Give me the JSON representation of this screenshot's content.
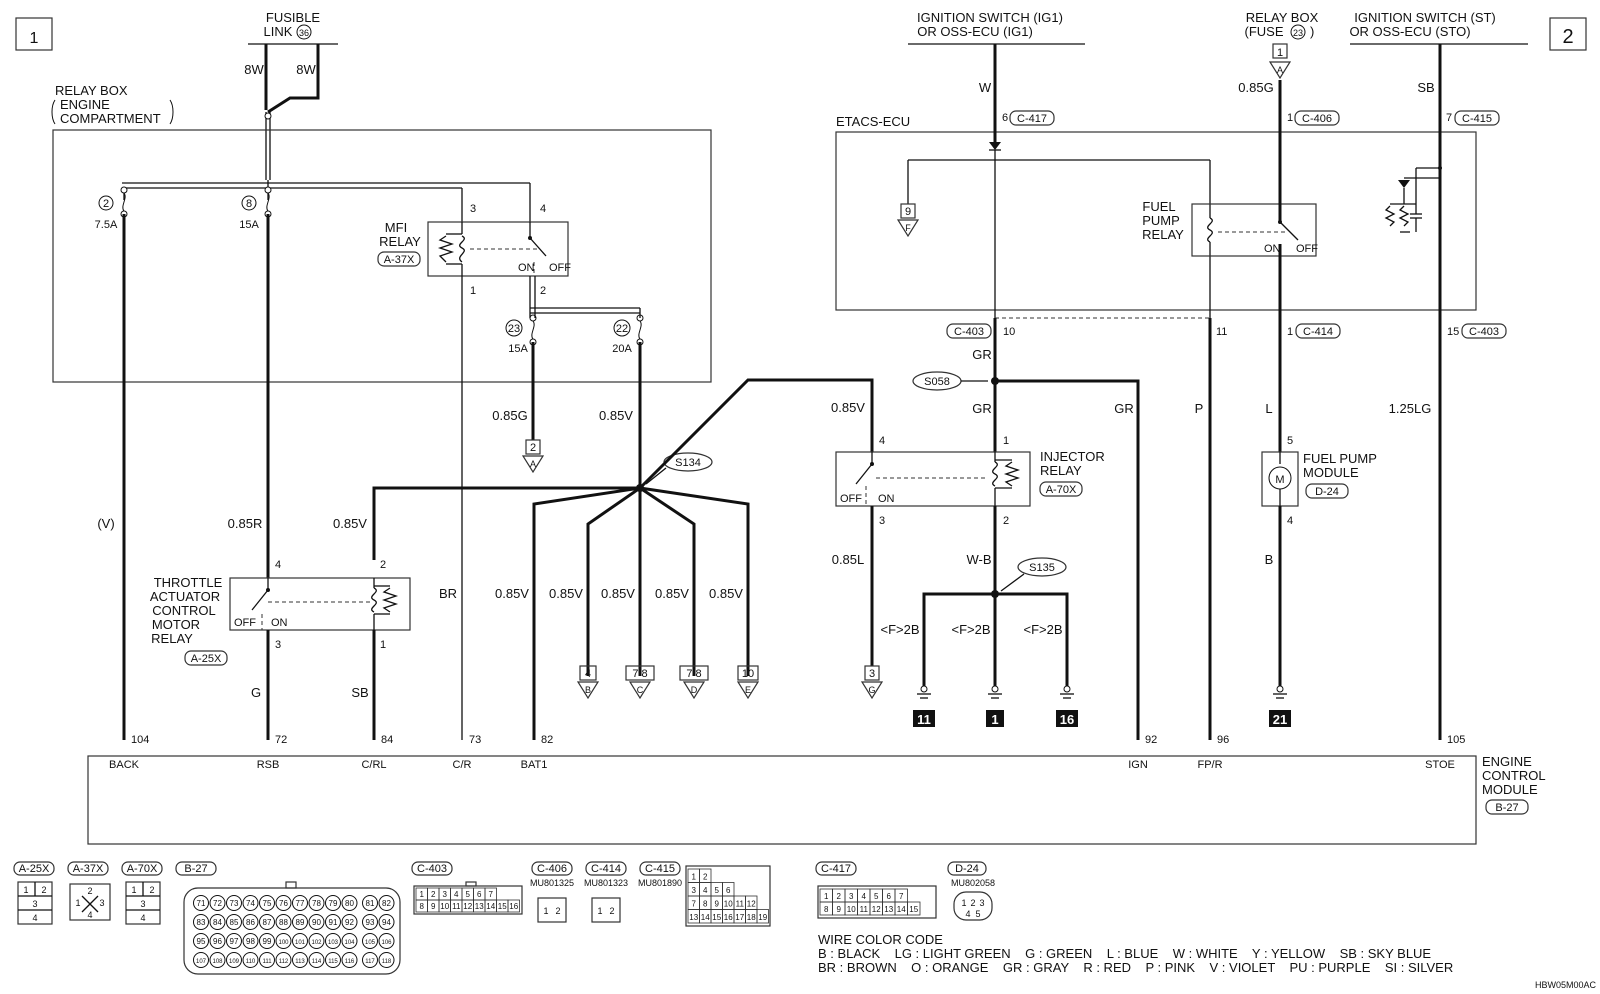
{
  "page": {
    "number_left": "1",
    "number_right": "2",
    "drawing_code": "HBW05M00AC"
  },
  "sources": {
    "fusible_link": {
      "line1": "FUSIBLE",
      "line2": "LINK",
      "num": "36",
      "wire_a": "8W",
      "wire_b": "8W"
    },
    "ig1": {
      "line1": "IGNITION SWITCH (IG1)",
      "line2": "OR OSS-ECU (IG1)",
      "wire": "W"
    },
    "relay_fuse": {
      "line1": "RELAY BOX",
      "line2": "(FUSE",
      "num": "23",
      "line2_end": ")",
      "conn": "1",
      "letter": "A",
      "wire": "0.85G"
    },
    "st": {
      "line1": "IGNITION SWITCH (ST)",
      "line2": "OR OSS-ECU (STO)",
      "wire": "SB"
    }
  },
  "relay_box": {
    "line1": "RELAY BOX",
    "line2": "ENGINE",
    "line3": "COMPARTMENT",
    "fuses": [
      {
        "num": "2",
        "rating": "7.5A"
      },
      {
        "num": "8",
        "rating": "15A"
      },
      {
        "num": "23",
        "rating": "15A"
      },
      {
        "num": "22",
        "rating": "20A"
      }
    ]
  },
  "mfi_relay": {
    "line1": "MFI",
    "line2": "RELAY",
    "conn": "A-37X",
    "p3": "3",
    "p4": "4",
    "p1": "1",
    "p2": "2",
    "on": "ON",
    "off": "OFF"
  },
  "throttle_relay": {
    "line1": "THROTTLE",
    "line2": "ACTUATOR",
    "line3": "CONTROL",
    "line4": "MOTOR",
    "line5": "RELAY",
    "conn": "A-25X",
    "p4": "4",
    "p2": "2",
    "p3": "3",
    "p1": "1",
    "on": "ON",
    "off": "OFF"
  },
  "injector_relay": {
    "line1": "INJECTOR",
    "line2": "RELAY",
    "conn": "A-70X",
    "p4": "4",
    "p1": "1",
    "p3": "3",
    "p2": "2",
    "on": "ON",
    "off": "OFF"
  },
  "etacs": {
    "label": "ETACS-ECU",
    "pin_ig1": "6",
    "conn_ig1": "C-417",
    "pin_fuse": "1",
    "conn_fuse": "C-406",
    "pin_st": "7",
    "conn_st": "C-415",
    "ref_num": "9",
    "ref_letter": "F",
    "fpr_line1": "FUEL",
    "fpr_line2": "PUMP",
    "fpr_line3": "RELAY",
    "on": "ON",
    "off": "OFF",
    "pin10_conn": "C-403",
    "pin10": "10",
    "pin11": "11",
    "pin1": "1",
    "pin1_conn": "C-414",
    "pin15": "15",
    "pin15_conn": "C-403"
  },
  "splices": {
    "s058": "S058",
    "s134": "S134",
    "s135": "S135"
  },
  "fuel_pump": {
    "line1": "FUEL PUMP",
    "line2": "MODULE",
    "conn": "D-24",
    "p5": "5",
    "p4": "4"
  },
  "wires": {
    "v": "(V)",
    "r085": "0.85R",
    "v085": "0.85V",
    "br": "BR",
    "g085": "0.85G",
    "g": "G",
    "sb": "SB",
    "l085": "0.85L",
    "wb": "W-B",
    "gr": "GR",
    "p": "P",
    "l": "L",
    "b": "B",
    "lg125": "1.25LG",
    "f2b": "<F>2B"
  },
  "refs": [
    {
      "num": "2",
      "letter": "A"
    },
    {
      "num": "4",
      "letter": "B"
    },
    {
      "num": "7 8",
      "letter": "C"
    },
    {
      "num": "7 8",
      "letter": "D"
    },
    {
      "num": "10",
      "letter": "E"
    },
    {
      "num": "3",
      "letter": "G"
    }
  ],
  "grounds": [
    "11",
    "1",
    "16",
    "21"
  ],
  "ecm": {
    "line1": "ENGINE",
    "line2": "CONTROL",
    "line3": "MODULE",
    "conn": "B-27",
    "pins": [
      {
        "num": "104",
        "name": "BACK"
      },
      {
        "num": "72",
        "name": "RSB"
      },
      {
        "num": "84",
        "name": "C/RL"
      },
      {
        "num": "73",
        "name": "C/R"
      },
      {
        "num": "82",
        "name": "BAT1"
      },
      {
        "num": "92",
        "name": "IGN"
      },
      {
        "num": "96",
        "name": "FP/R"
      },
      {
        "num": "105",
        "name": "STOE"
      }
    ]
  },
  "connectors": [
    {
      "id": "A-25X",
      "pins": [
        "1",
        "2",
        "3",
        "4"
      ]
    },
    {
      "id": "A-37X",
      "pins": [
        "1",
        "2",
        "3",
        "4"
      ]
    },
    {
      "id": "A-70X",
      "pins": [
        "1",
        "2",
        "3",
        "4"
      ]
    },
    {
      "id": "B-27",
      "rows": [
        [
          "71",
          "72",
          "73",
          "74",
          "75",
          "76",
          "77",
          "78",
          "79",
          "80",
          "81",
          "82"
        ],
        [
          "83",
          "84",
          "85",
          "86",
          "87",
          "88",
          "89",
          "90",
          "91",
          "92",
          "93",
          "94"
        ],
        [
          "95",
          "96",
          "97",
          "98",
          "99",
          "100",
          "101",
          "102",
          "103",
          "104",
          "105",
          "106"
        ],
        [
          "107",
          "108",
          "109",
          "110",
          "111",
          "112",
          "113",
          "114",
          "115",
          "116",
          "117",
          "118"
        ]
      ]
    },
    {
      "id": "C-403",
      "rows": [
        [
          "1",
          "2",
          "3",
          "4",
          "5",
          "6",
          "7"
        ],
        [
          "8",
          "9",
          "10",
          "11",
          "12",
          "13",
          "14",
          "15",
          "16"
        ]
      ]
    },
    {
      "id": "C-406",
      "part": "MU801325",
      "pins": [
        "1",
        "2"
      ]
    },
    {
      "id": "C-414",
      "part": "MU801323",
      "pins": [
        "1",
        "2"
      ]
    },
    {
      "id": "C-415",
      "part": "MU801890",
      "rows": [
        [
          "1",
          "2"
        ],
        [
          "3",
          "4",
          "5",
          "6"
        ],
        [
          "7",
          "8",
          "9",
          "10",
          "11",
          "12"
        ],
        [
          "13",
          "14",
          "15",
          "16",
          "17",
          "18",
          "19"
        ]
      ]
    },
    {
      "id": "C-417",
      "rows": [
        [
          "1",
          "2",
          "3",
          "4",
          "5",
          "6",
          "7"
        ],
        [
          "8",
          "9",
          "10",
          "11",
          "12",
          "13",
          "14",
          "15"
        ]
      ]
    },
    {
      "id": "D-24",
      "part": "MU802058",
      "pins": [
        "1",
        "2",
        "3",
        "4",
        "5"
      ]
    }
  ],
  "color_code": {
    "title": "WIRE COLOR CODE",
    "line1": "B : BLACK    LG : LIGHT GREEN    G : GREEN    L : BLUE    W : WHITE    Y : YELLOW    SB : SKY BLUE",
    "line2": "BR : BROWN    O : ORANGE    GR : GRAY    R : RED    P : PINK    V : VIOLET    PU : PURPLE    SI : SILVER"
  }
}
